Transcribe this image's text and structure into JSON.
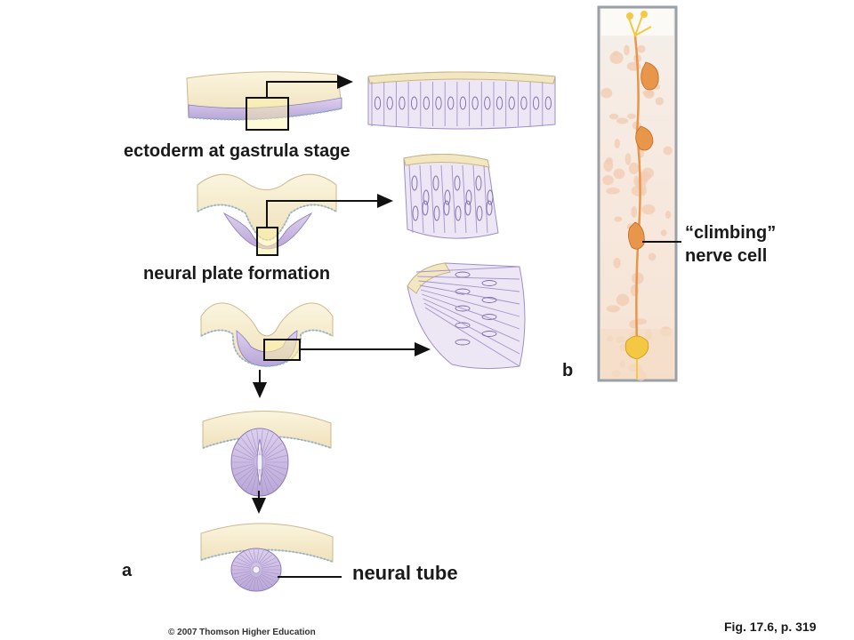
{
  "labels": {
    "ectoderm": "ectoderm at gastrula stage",
    "neural_plate": "neural plate formation",
    "neural_tube": "neural tube",
    "climbing_line1": "“climbing”",
    "climbing_line2": "nerve cell",
    "panel_a": "a",
    "panel_b": "b",
    "credit": "© 2007 Thomson Higher Education",
    "figure_ref": "Fig. 17.6, p. 319"
  },
  "colors": {
    "ectoderm_cream": "#f5ecd0",
    "tissue_lavender": "#c9b8e0",
    "nucleus_outline": "#7c6aa8",
    "highlight_yellow": "#fff3a6",
    "neuron_orange": "#e8964a",
    "neuron_yellow": "#f4c842",
    "panel_background": "#f8eee6"
  }
}
